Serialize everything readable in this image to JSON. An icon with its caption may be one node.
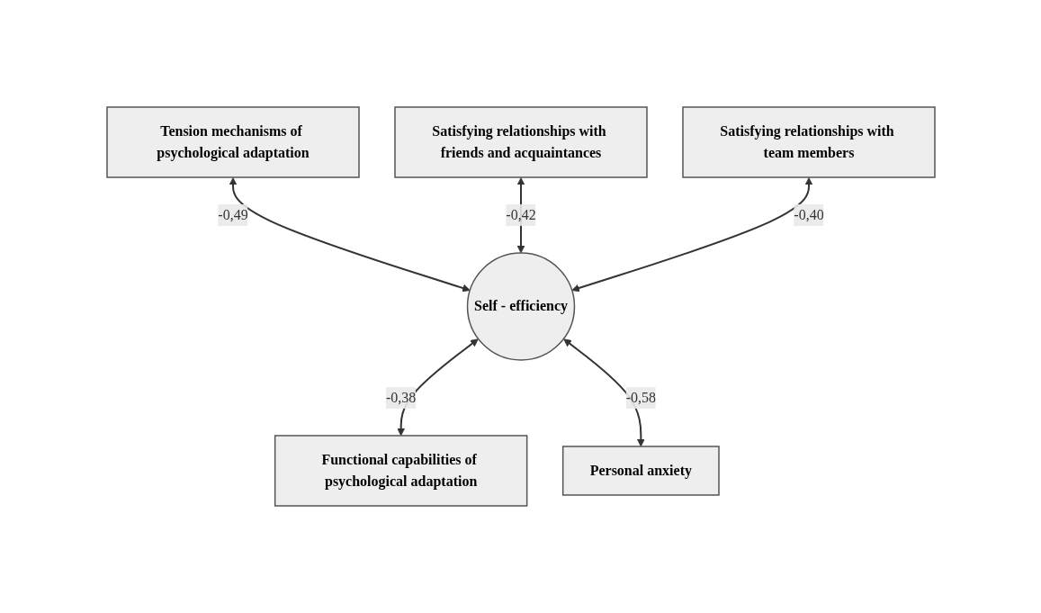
{
  "diagram": {
    "nodes": [
      {
        "text": [
          "Tension mechanisms of psychological adaptation"
        ]
      },
      {
        "text": [
          "Functional capabilities of psychological adaptation"
        ]
      },
      {
        "text": [
          "Self - efficiency"
        ]
      },
      {
        "text": [
          "Personal anxiety"
        ]
      },
      {
        "text": [
          "Satisfying relationships with friends and acquaintances"
        ]
      },
      {
        "text": [
          "Satisfying relationships with team members"
        ]
      }
    ],
    "edges": [
      {
        "from": 0,
        "to": 2,
        "arrow": "both",
        "label": "-0,49"
      },
      {
        "from": 2,
        "to": 1,
        "arrow": "both",
        "label": "-0,38"
      },
      {
        "from": 2,
        "to": 3,
        "arrow": "both",
        "label": "-0,58"
      },
      {
        "from": 4,
        "to": 2,
        "arrow": "both",
        "label": "-0,42"
      },
      {
        "from": 5,
        "to": 2,
        "arrow": "both",
        "label": "-0,40"
      }
    ]
  }
}
